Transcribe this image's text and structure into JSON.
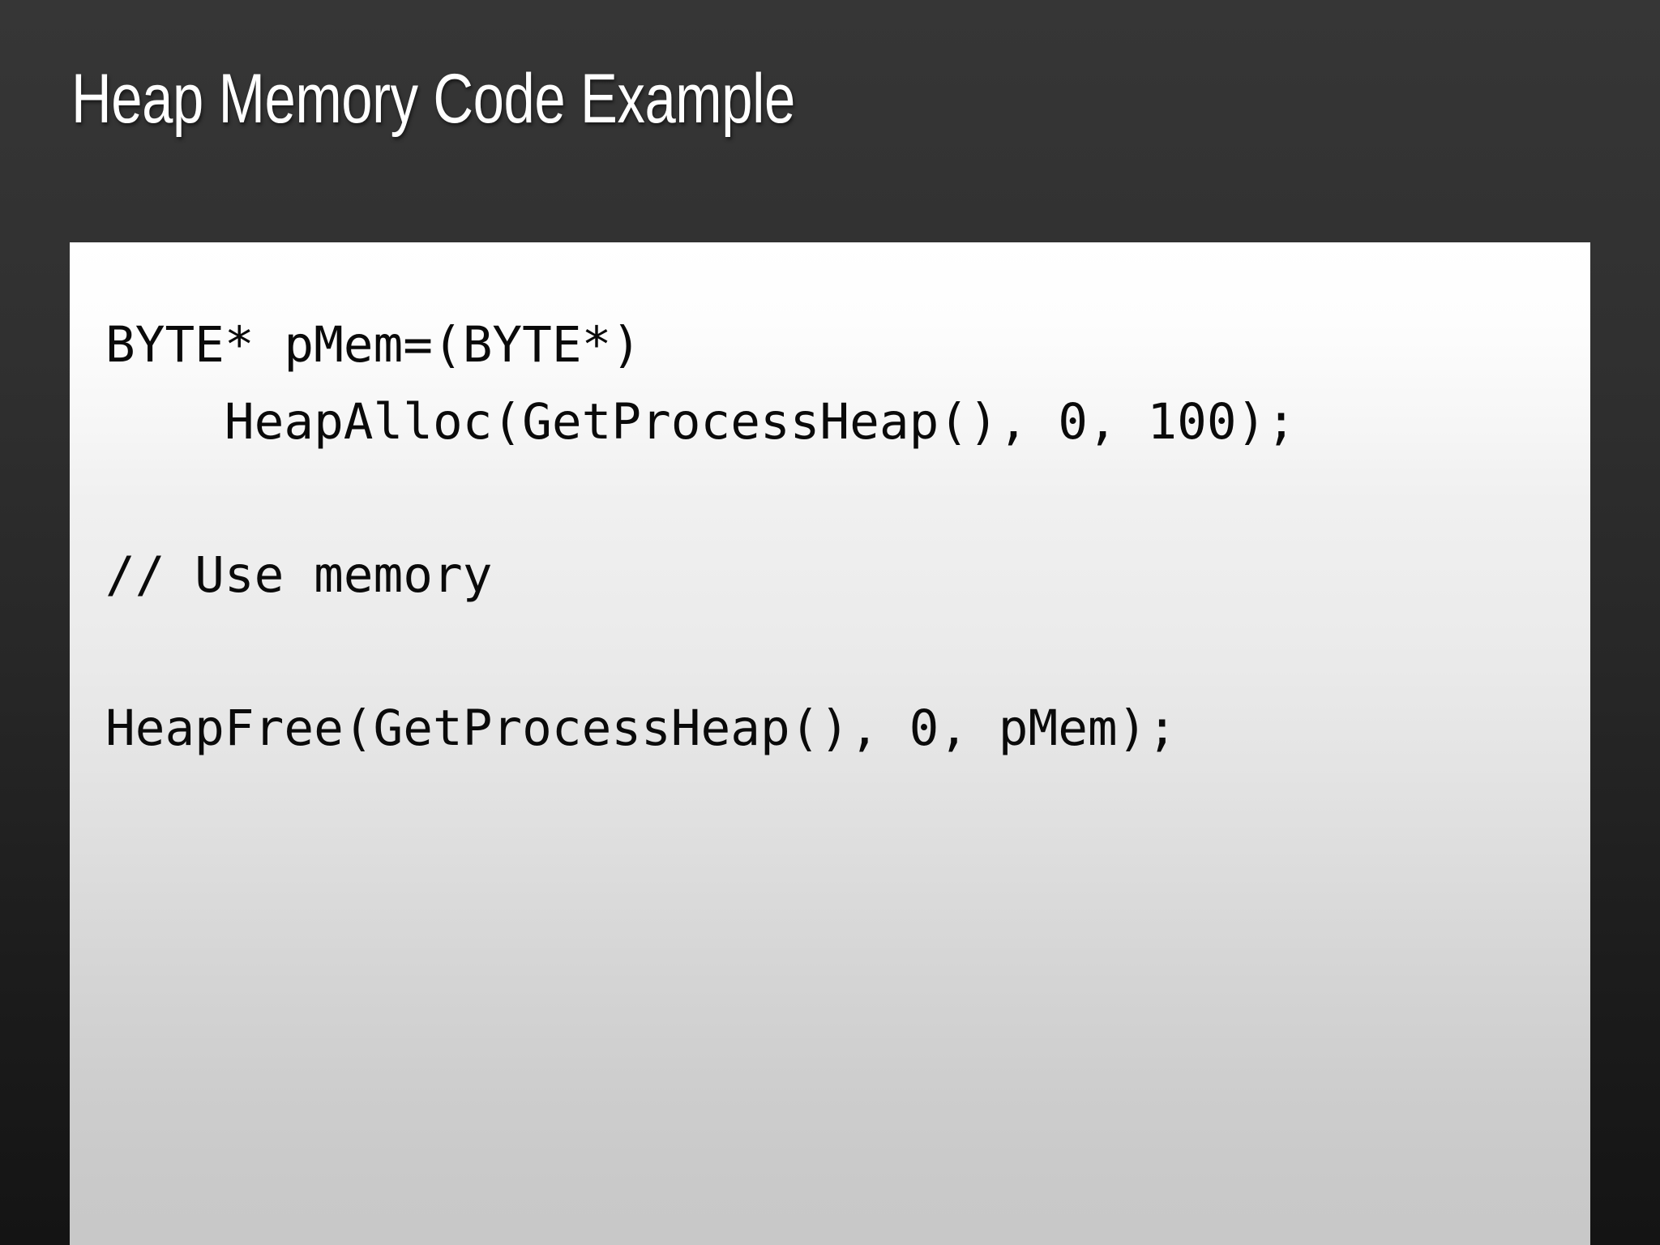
{
  "slide": {
    "title": "Heap Memory Code Example",
    "background_color_top": "#363636",
    "background_color_bottom": "#141414",
    "title_color": "#ffffff"
  },
  "code_panel": {
    "background_top": "#ffffff",
    "background_bottom": "#c8c8c8",
    "text_color": "#0a0a0a",
    "language": "c",
    "lines": [
      "BYTE* pMem=(BYTE*)",
      "    HeapAlloc(GetProcessHeap(), 0, 100);",
      "",
      "// Use memory",
      "",
      "HeapFree(GetProcessHeap(), 0, pMem);"
    ]
  }
}
